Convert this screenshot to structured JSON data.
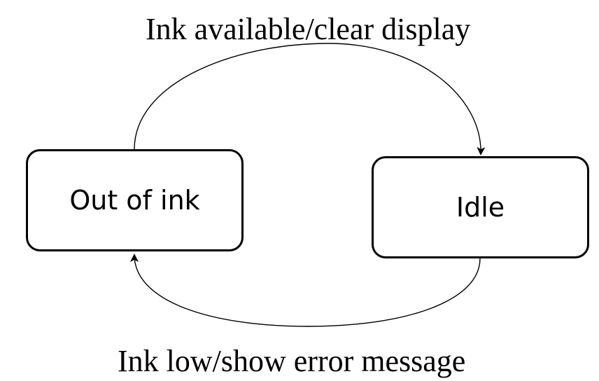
{
  "states": {
    "out_of_ink": "Out of ink",
    "idle": "Idle"
  },
  "transitions": [
    {
      "from": "Out of ink",
      "to": "Idle",
      "label": "Ink available/clear display"
    },
    {
      "from": "Idle",
      "to": "Out of ink",
      "label": "Ink low/show error message"
    }
  ]
}
